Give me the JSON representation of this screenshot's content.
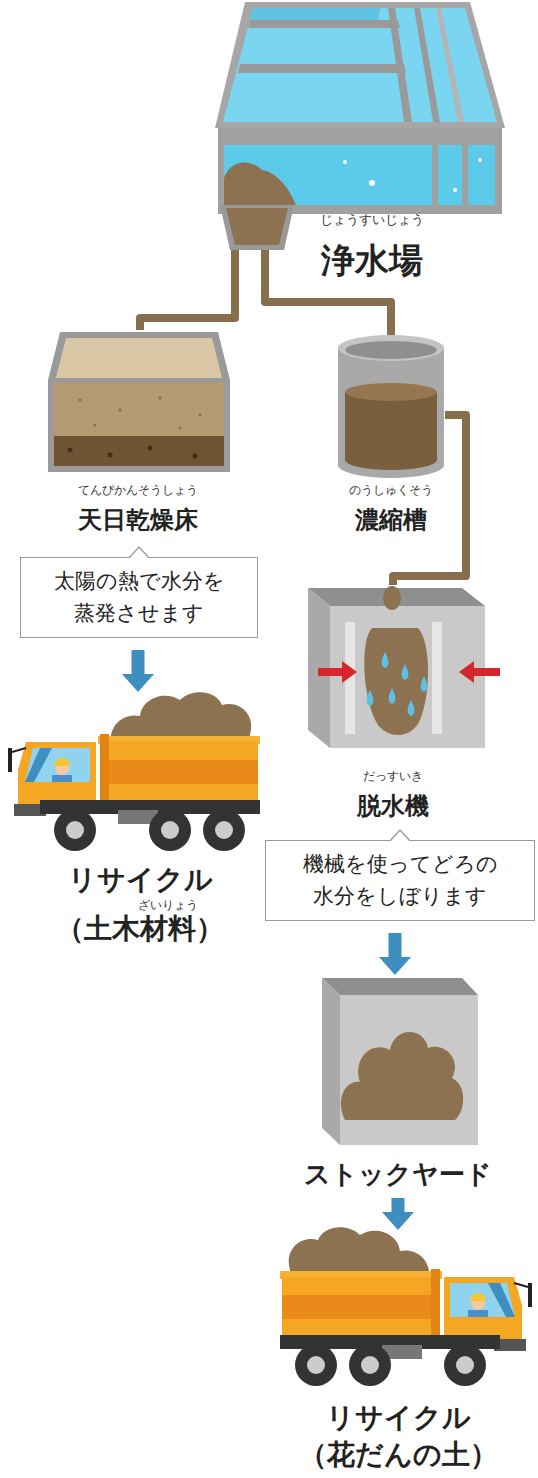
{
  "diagram": {
    "nodes": [
      {
        "text": [
          "じょうすいじょう",
          "浄水場"
        ]
      },
      {
        "text": [
          "てんぴかんそうしょう",
          "天日乾燥床"
        ]
      },
      {
        "text": [
          "太陽の熱で水分を 蒸発させます"
        ],
        "in": 1
      },
      {
        "text": [
          "のうしゅくそう",
          "濃縮槽"
        ]
      },
      {
        "text": [
          "だっすいき",
          "脱水機"
        ]
      },
      {
        "text": [
          "機械を使ってどろの 水分をしぼります"
        ],
        "in": 4
      },
      {
        "text": [
          "リサイクル",
          "ざいりょう",
          "（土木材料）"
        ]
      },
      {
        "text": [
          "ストックヤード"
        ]
      },
      {
        "text": [
          "リサイクル",
          "（花だんの土）"
        ]
      }
    ],
    "edges": [
      {
        "from": 0,
        "to": 1,
        "arrow": "none"
      },
      {
        "from": 0,
        "to": 3,
        "arrow": "none"
      },
      {
        "from": 3,
        "to": 4,
        "arrow": "none"
      },
      {
        "from": 1,
        "to": 6,
        "arrow": "to"
      },
      {
        "from": 4,
        "to": 7,
        "arrow": "to"
      },
      {
        "from": 7,
        "to": 8,
        "arrow": "to"
      }
    ]
  }
}
